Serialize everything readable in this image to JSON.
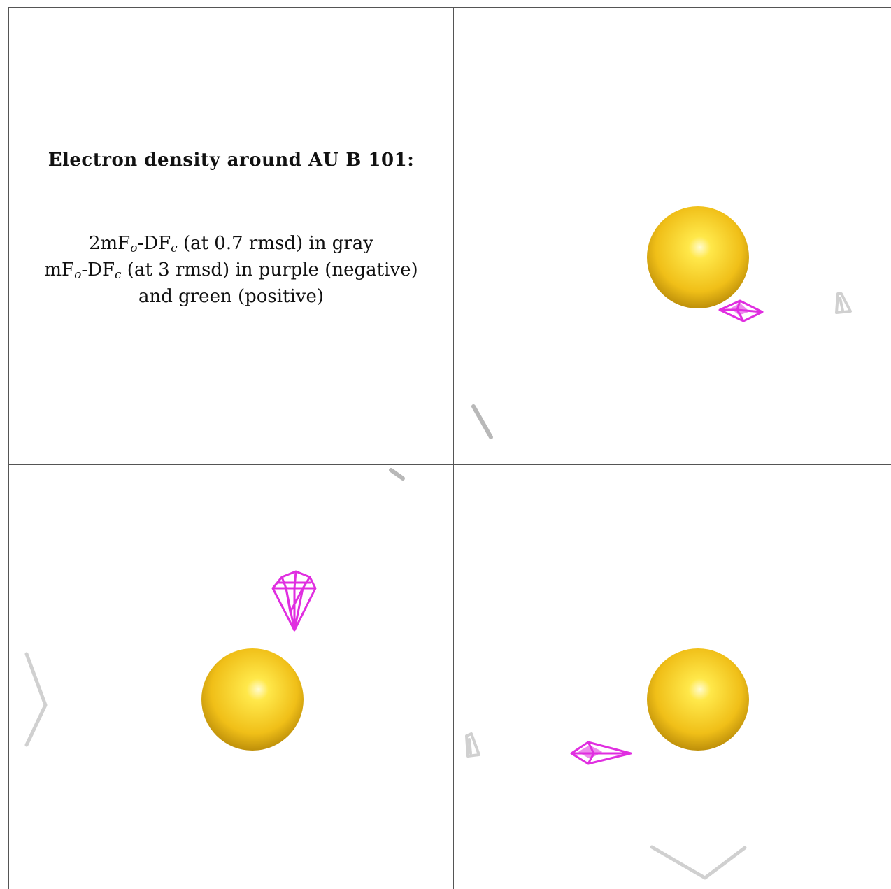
{
  "heading": "Electron density around AU B 101:",
  "legend": {
    "line1": {
      "prefix": "2mF",
      "o": "o",
      "mid": "-DF",
      "c": "c",
      "suffix": " (at 0.7 rmsd) in gray"
    },
    "line2": {
      "prefix": "mF",
      "o": "o",
      "mid": "-DF",
      "c": "c",
      "suffix": " (at 3 rmsd) in purple (negative)"
    },
    "line3": "and green (positive)"
  },
  "colors": {
    "atom": "#f2c21a",
    "negative_density": "#e02ee0",
    "positive_density": "#22c022",
    "map_2fofc": "#c8c8c8",
    "grid": "#555555"
  }
}
